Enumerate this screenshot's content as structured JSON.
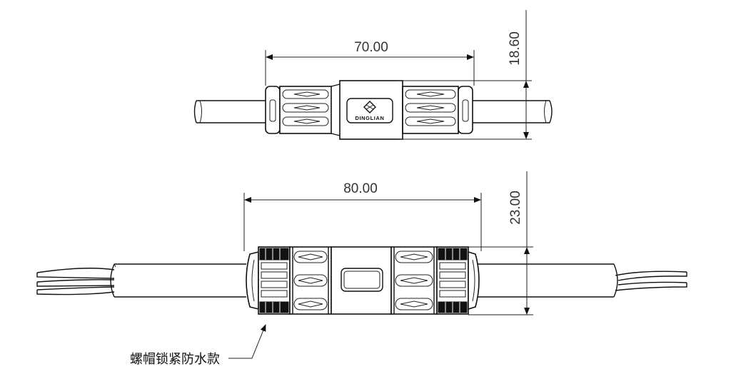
{
  "top_view": {
    "length_dim": "70.00",
    "height_dim": "18.60",
    "logo_text": "DINGLIAN"
  },
  "bottom_view": {
    "length_dim": "80.00",
    "height_dim": "23.00"
  },
  "callout": {
    "label": "螺帽锁紧防水款"
  }
}
